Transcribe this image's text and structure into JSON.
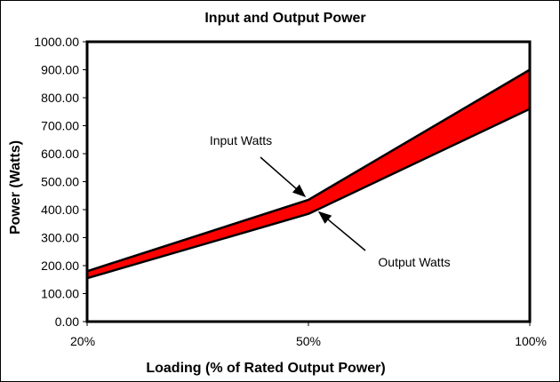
{
  "chart_data": {
    "type": "area",
    "title": "Input and Output Power",
    "xlabel": "Loading (% of Rated Output Power)",
    "ylabel": "Power (Watts)",
    "categories": [
      "20%",
      "50%",
      "100%"
    ],
    "series": [
      {
        "name": "Input Watts",
        "values": [
          180,
          435,
          900
        ]
      },
      {
        "name": "Output Watts",
        "values": [
          155,
          385,
          760
        ]
      }
    ],
    "ylim": [
      0,
      1000
    ],
    "yticks": [
      "0.00",
      "100.00",
      "200.00",
      "300.00",
      "400.00",
      "500.00",
      "600.00",
      "700.00",
      "800.00",
      "900.00",
      "1000.00"
    ],
    "fill_color": "#ff0000",
    "grid": false,
    "legend": "none",
    "annotations": [
      {
        "text": "Input Watts",
        "series": "Input Watts",
        "category": "50%"
      },
      {
        "text": "Output Watts",
        "series": "Output Watts",
        "category": "50%"
      }
    ]
  }
}
